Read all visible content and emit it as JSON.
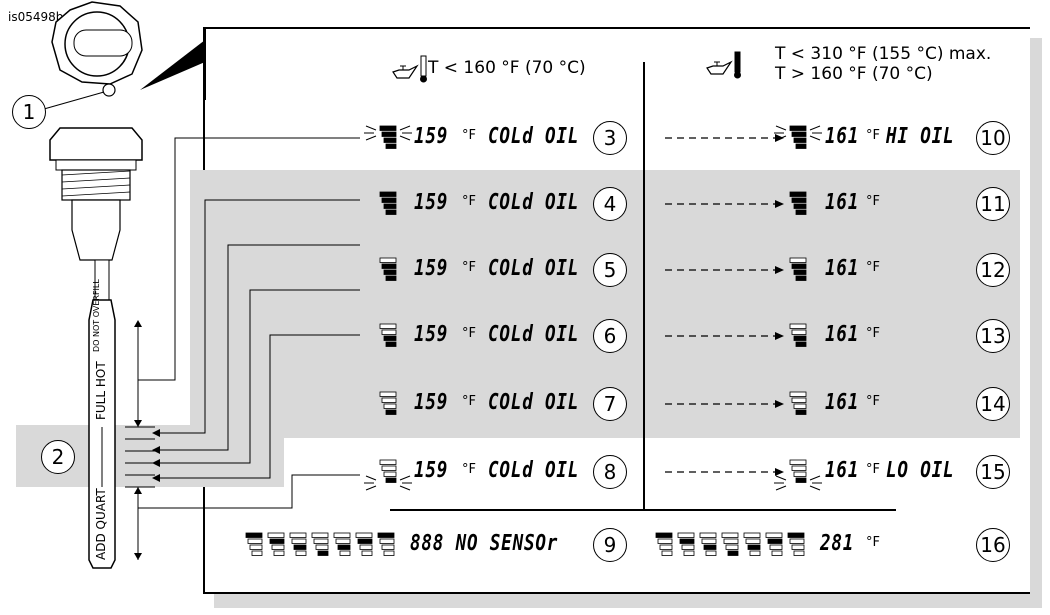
{
  "figure_id": "is05498b",
  "headers": {
    "cold": {
      "icon": "oil-can-thermometer-low-icon",
      "lines": [
        "T < 160 °F (70 °C)"
      ]
    },
    "hot": {
      "icon": "oil-can-thermometer-high-icon",
      "lines": [
        "T < 310 °F (155 °C) max.",
        "T > 160 °F (70 °C)"
      ]
    }
  },
  "callouts": {
    "cap_button": "1",
    "dipstick_range": "2"
  },
  "dipstick_labels": {
    "top": "DO NOT OVERFILL",
    "full": "FULL HOT",
    "add": "ADD QUART"
  },
  "cold_rows": [
    {
      "callout": "3",
      "level_bars_filled": 4,
      "blinking": true,
      "temp": "159",
      "unit": "°F",
      "message": "COLd OIL"
    },
    {
      "callout": "4",
      "level_bars_filled": 4,
      "blinking": false,
      "temp": "159",
      "unit": "°F",
      "message": "COLd OIL"
    },
    {
      "callout": "5",
      "level_bars_filled": 3,
      "blinking": false,
      "temp": "159",
      "unit": "°F",
      "message": "COLd OIL"
    },
    {
      "callout": "6",
      "level_bars_filled": 2,
      "blinking": false,
      "temp": "159",
      "unit": "°F",
      "message": "COLd OIL"
    },
    {
      "callout": "7",
      "level_bars_filled": 1,
      "blinking": false,
      "temp": "159",
      "unit": "°F",
      "message": "COLd OIL"
    },
    {
      "callout": "8",
      "level_bars_filled": 1,
      "blinking": true,
      "temp": "159",
      "unit": "°F",
      "message": "COLd OIL"
    }
  ],
  "hot_rows": [
    {
      "callout": "10",
      "level_bars_filled": 4,
      "blinking": true,
      "temp": "161",
      "unit": "°F",
      "message": "HI OIL"
    },
    {
      "callout": "11",
      "level_bars_filled": 4,
      "blinking": false,
      "temp": "161",
      "unit": "°F",
      "message": ""
    },
    {
      "callout": "12",
      "level_bars_filled": 3,
      "blinking": false,
      "temp": "161",
      "unit": "°F",
      "message": ""
    },
    {
      "callout": "13",
      "level_bars_filled": 2,
      "blinking": false,
      "temp": "161",
      "unit": "°F",
      "message": ""
    },
    {
      "callout": "14",
      "level_bars_filled": 1,
      "blinking": false,
      "temp": "161",
      "unit": "°F",
      "message": ""
    },
    {
      "callout": "15",
      "level_bars_filled": 1,
      "blinking": true,
      "temp": "161",
      "unit": "°F",
      "message": "LO OIL"
    }
  ],
  "no_sensor_row": {
    "callout": "9",
    "sequence_filled_bar": [
      4,
      3,
      2,
      1,
      2,
      3,
      4
    ],
    "text": "888 NO SENSOr"
  },
  "sweep_row": {
    "callout": "16",
    "sequence_filled_bar": [
      4,
      3,
      2,
      1,
      2,
      3,
      4
    ],
    "temp": "281",
    "unit": "°F"
  }
}
